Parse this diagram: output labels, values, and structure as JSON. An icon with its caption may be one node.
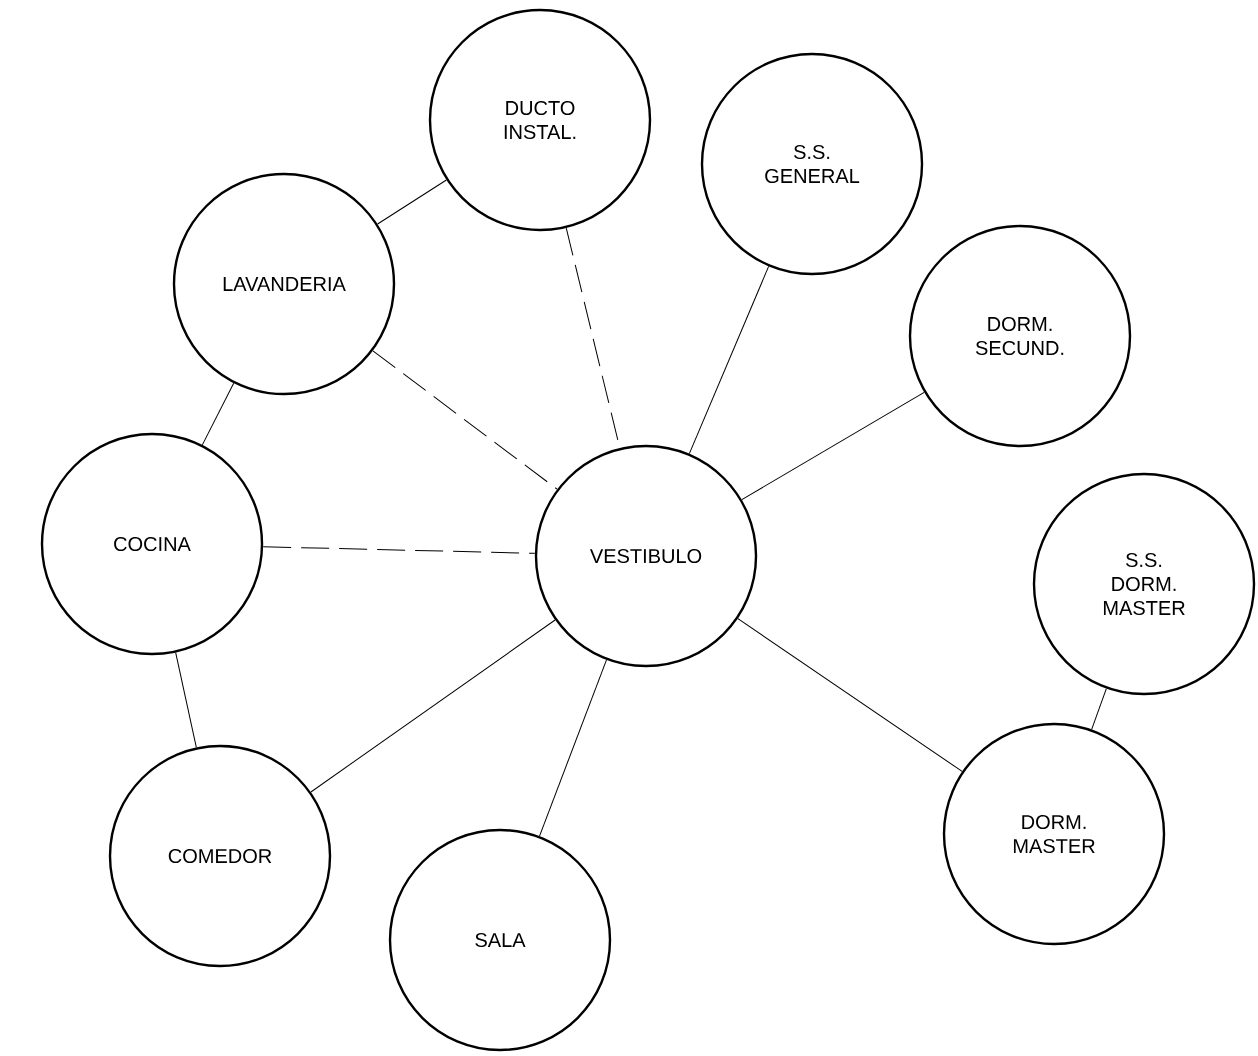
{
  "diagram": {
    "nodes": [
      {
        "text": [
          "DUCTO INSTAL."
        ]
      },
      {
        "text": [
          "S.S. GENERAL"
        ]
      },
      {
        "text": [
          "LAVANDERIA"
        ]
      },
      {
        "text": [
          "DORM. SECUND."
        ]
      },
      {
        "text": [
          "COCINA"
        ]
      },
      {
        "text": [
          "VESTIBULO"
        ]
      },
      {
        "text": [
          "S.S. DORM. MASTER"
        ]
      },
      {
        "text": [
          "COMEDOR"
        ]
      },
      {
        "text": [
          "SALA"
        ]
      },
      {
        "text": [
          "DORM. MASTER"
        ]
      }
    ],
    "edges": [
      {
        "from": 2,
        "to": 0,
        "arrow": "none"
      },
      {
        "from": 2,
        "to": 4,
        "arrow": "none"
      },
      {
        "from": 2,
        "to": 5,
        "arrow": "none",
        "style": "dashed"
      },
      {
        "from": 0,
        "to": 5,
        "arrow": "none",
        "style": "dashed"
      },
      {
        "from": 1,
        "to": 5,
        "arrow": "none"
      },
      {
        "from": 3,
        "to": 5,
        "arrow": "none"
      },
      {
        "from": 4,
        "to": 5,
        "arrow": "none",
        "style": "dashed"
      },
      {
        "from": 4,
        "to": 7,
        "arrow": "none"
      },
      {
        "from": 7,
        "to": 5,
        "arrow": "none"
      },
      {
        "from": 8,
        "to": 5,
        "arrow": "none"
      },
      {
        "from": 9,
        "to": 5,
        "arrow": "none"
      },
      {
        "from": 6,
        "to": 9,
        "arrow": "none"
      }
    ]
  }
}
